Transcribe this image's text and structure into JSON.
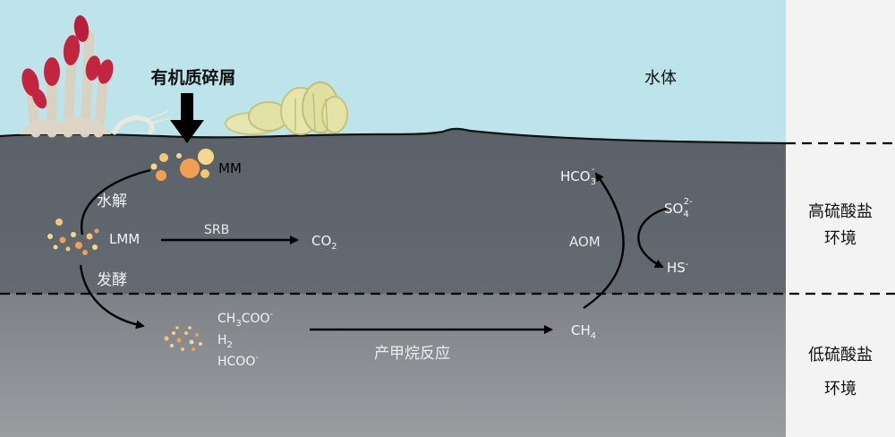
{
  "labels": {
    "organic_detritus": "有机质碎屑",
    "water_body": "水体",
    "mm": "MM",
    "hydrolysis": "水解",
    "lmm": "LMM",
    "srb": "SRB",
    "co2": "CO",
    "co2_sub": "2",
    "fermentation": "发酵",
    "acetate_a": "CH",
    "acetate_sub": "3",
    "acetate_b": "COO",
    "acetate_sup": "-",
    "h2": "H",
    "h2_sub": "2",
    "formate": "HCOO",
    "formate_sup": "-",
    "methanogenesis": "产甲烷反应",
    "ch4": "CH",
    "ch4_sub": "4",
    "hco3": "HCO",
    "hco3_sub": "3",
    "hco3_sup": "-",
    "so4": "SO",
    "so4_sub": "4",
    "so4_sup": "2-",
    "hs": "HS",
    "hs_sup": "-",
    "aom": "AOM",
    "high_sulfate_1": "高硫酸盐",
    "high_sulfate_2": "环境",
    "low_sulfate_1": "低硫酸盐",
    "low_sulfate_2": "环境"
  },
  "colors": {
    "water": "#b9e3ea",
    "sediment_upper": "#5b6269",
    "sediment_lower": "#8a8d92",
    "side_panel": "#f2f2f2",
    "particle": "#f2a35a",
    "particle_light": "#f6d88a"
  }
}
